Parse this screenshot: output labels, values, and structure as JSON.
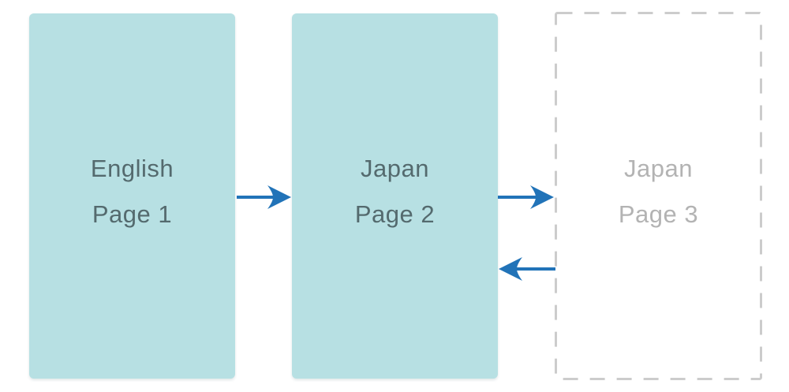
{
  "diagram": {
    "title": "page-translation-flow",
    "boxes": [
      {
        "id": "page1",
        "lines": [
          "English",
          "Page 1"
        ],
        "style": "filled"
      },
      {
        "id": "page2",
        "lines": [
          "Japan",
          "Page 2"
        ],
        "style": "filled"
      },
      {
        "id": "page3",
        "lines": [
          "Japan",
          "Page 3"
        ],
        "style": "dashed-placeholder"
      }
    ],
    "arrows": [
      {
        "from": "page1",
        "to": "page2",
        "direction": "right"
      },
      {
        "from": "page2",
        "to": "page3",
        "direction": "right"
      },
      {
        "from": "page3",
        "to": "page2",
        "direction": "left"
      }
    ],
    "colors": {
      "box_fill": "#b7e0e3",
      "box_text": "#546a6e",
      "placeholder_text": "#b3b3b3",
      "placeholder_border": "#cccccc",
      "arrow": "#2173b8",
      "background": "#ffffff"
    }
  }
}
